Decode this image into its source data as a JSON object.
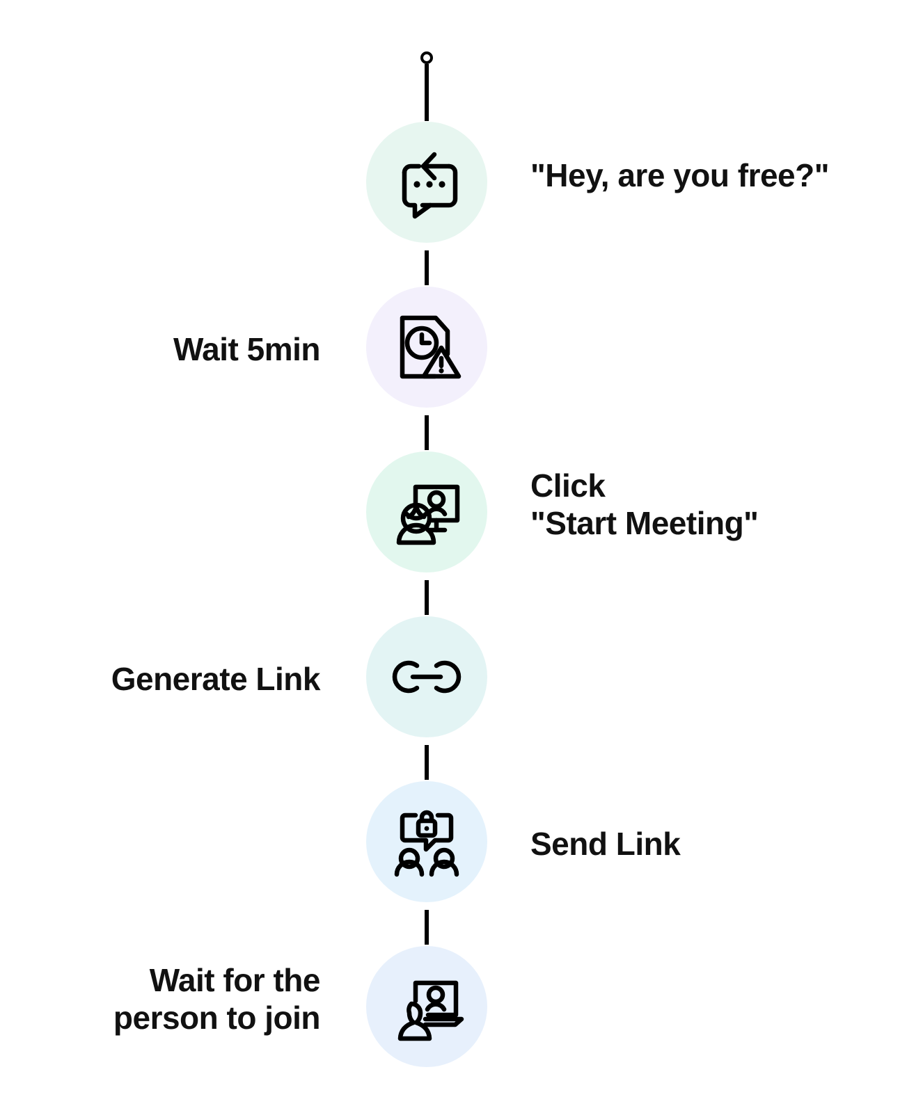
{
  "diagram": {
    "type": "vertical-timeline",
    "title": "",
    "orientation": "vertical",
    "start_marker": "pin-head",
    "steps": [
      {
        "index": 1,
        "label": "\"Hey, are you free?\"",
        "label_side": "right",
        "icon": "chat-reply-icon",
        "icon_description": "speech bubble with three dots and reply arrow",
        "bubble_color": "#e7f6f0"
      },
      {
        "index": 2,
        "label": "Wait 5min",
        "label_side": "left",
        "icon": "document-clock-warning-icon",
        "icon_description": "document with clock and warning triangle",
        "bubble_color": "#f3f0fc"
      },
      {
        "index": 3,
        "label": "Click\n\"Start Meeting\"",
        "label_side": "right",
        "icon": "video-call-monitor-icon",
        "icon_description": "monitor showing a person with a viewer in front",
        "bubble_color": "#e2f7ee"
      },
      {
        "index": 4,
        "label": "Generate Link",
        "label_side": "left",
        "icon": "chain-link-icon",
        "icon_description": "two interlocking rings joined by a bar",
        "bubble_color": "#e3f4f4"
      },
      {
        "index": 5,
        "label": "Send Link",
        "label_side": "right",
        "icon": "secure-message-people-icon",
        "icon_description": "speech bubble with padlock above two people",
        "bubble_color": "#e4f2fc"
      },
      {
        "index": 6,
        "label": "Wait for the\nperson to join",
        "label_side": "left",
        "icon": "laptop-video-person-icon",
        "icon_description": "laptop showing a person with a viewer in front",
        "bubble_color": "#e7f0fc"
      }
    ]
  },
  "colors": {
    "background": "#ffffff",
    "stroke": "#000000",
    "text": "#111111"
  }
}
